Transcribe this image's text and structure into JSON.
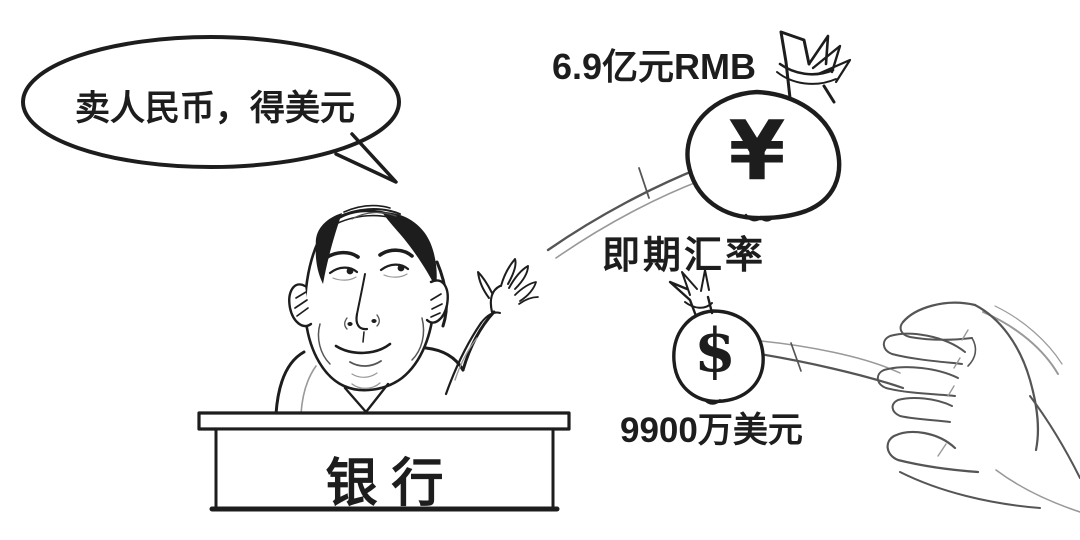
{
  "colors": {
    "ink": "#1d1d1d",
    "soft": "#555555",
    "sketch": "#999999",
    "bg": "#ffffff"
  },
  "speech_bubble": {
    "text": "卖人民币，得美元"
  },
  "rmb_bag": {
    "label": "6.9亿元RMB",
    "symbol": "¥"
  },
  "flow": {
    "rate_label": "即期汇率"
  },
  "usd_bag": {
    "label": "9900万美元",
    "symbol": "$"
  },
  "podium": {
    "label": "银行"
  }
}
